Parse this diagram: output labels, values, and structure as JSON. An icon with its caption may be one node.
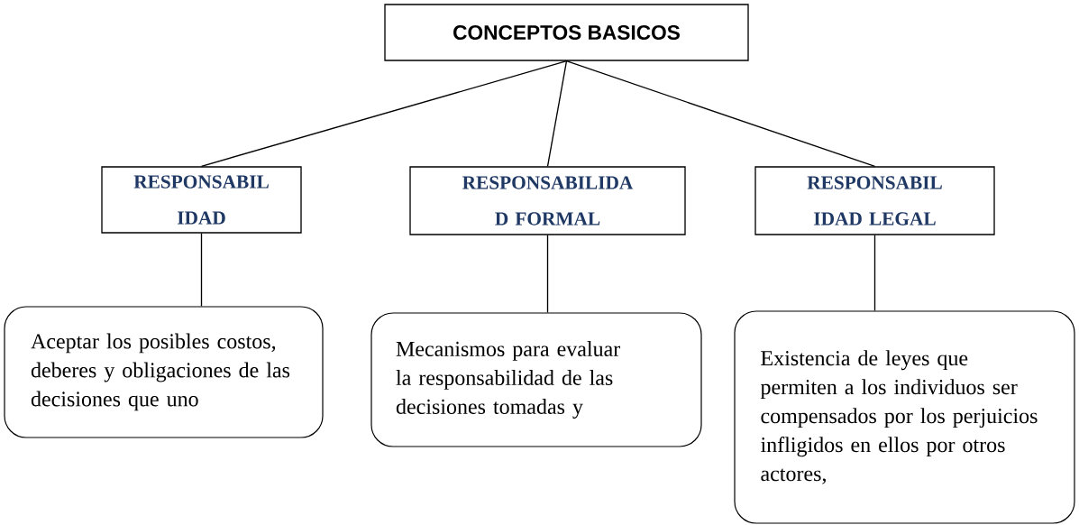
{
  "diagram": {
    "nodes": [
      {
        "text": [
          "CONCEPTOS BASICOS"
        ]
      },
      {
        "text": [
          "RESPONSABIL IDAD"
        ]
      },
      {
        "text": [
          "RESPONSABILIDA D FORMAL"
        ]
      },
      {
        "text": [
          "RESPONSABIL IDAD LEGAL"
        ]
      },
      {
        "text": [
          "Aceptar los posibles costos, deberes y obligaciones de las decisiones que uno"
        ]
      },
      {
        "text": [
          "Mecanismos para evaluar la responsabilidad de las decisiones tomadas y"
        ]
      },
      {
        "text": [
          "Existencia de leyes que permiten a los individuos ser compensados por los perjuicios infligidos en ellos por otros actores,"
        ]
      }
    ],
    "edges": [
      {
        "from": 0,
        "to": 1,
        "arrow": "none"
      },
      {
        "from": 0,
        "to": 2,
        "arrow": "none"
      },
      {
        "from": 0,
        "to": 3,
        "arrow": "none"
      },
      {
        "from": 1,
        "to": 4,
        "arrow": "none"
      },
      {
        "from": 2,
        "to": 5,
        "arrow": "none"
      },
      {
        "from": 3,
        "to": 6,
        "arrow": "none"
      }
    ]
  }
}
